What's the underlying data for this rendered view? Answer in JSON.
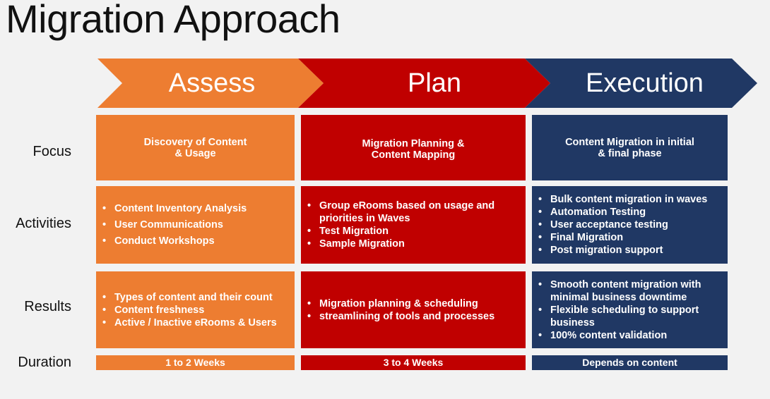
{
  "title": "Migration Approach",
  "colors": {
    "assess": "#ED7D31",
    "plan": "#C00000",
    "execution": "#203864",
    "background": "#F2F2F2"
  },
  "phases": [
    "Assess",
    "Plan",
    "Execution"
  ],
  "row_labels": {
    "focus": "Focus",
    "activities": "Activities",
    "results": "Results",
    "duration": "Duration"
  },
  "focus": [
    [
      "Discovery of Content",
      "& Usage"
    ],
    [
      "Migration Planning &",
      "Content Mapping"
    ],
    [
      "Content Migration in initial",
      "& final phase"
    ]
  ],
  "activities": [
    [
      "Content Inventory Analysis",
      "User Communications",
      "Conduct Workshops"
    ],
    [
      "Group eRooms based on usage and priorities in Waves",
      "Test Migration",
      "Sample Migration"
    ],
    [
      "Bulk content migration in waves",
      "Automation Testing",
      "User acceptance testing",
      "Final Migration",
      "Post migration support"
    ]
  ],
  "results": [
    [
      "Types of content and their count",
      "Content freshness",
      "Active / Inactive eRooms & Users"
    ],
    [
      "Migration planning & scheduling",
      "streamlining of tools and processes"
    ],
    [
      "Smooth content migration with minimal business downtime",
      "Flexible scheduling to support business",
      "100% content validation"
    ]
  ],
  "duration": [
    "1 to 2 Weeks",
    "3 to 4 Weeks",
    "Depends on content"
  ]
}
